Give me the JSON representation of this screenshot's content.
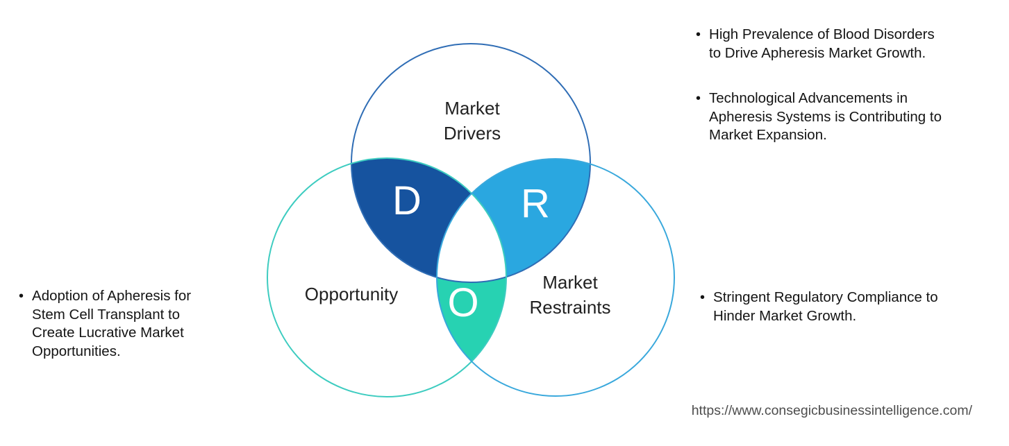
{
  "venn": {
    "circles": {
      "drivers": {
        "label": "Market Drivers",
        "stroke": "#2F6DB5"
      },
      "opportunity": {
        "label": "Opportunity",
        "stroke": "#3DCCC0"
      },
      "restraints": {
        "label": "Market Restraints",
        "stroke": "#39A8DC"
      }
    },
    "overlaps": {
      "d": {
        "letter": "D",
        "fill": "#16539F"
      },
      "r": {
        "letter": "R",
        "fill": "#2AA7E0"
      },
      "o": {
        "letter": "O",
        "fill": "#27D2B2"
      }
    },
    "center_fill": "#FFFFFF"
  },
  "bullets": {
    "top_right": [
      {
        "text": "High Prevalence of Blood Disorders\nto Drive Apheresis Market Growth."
      },
      {
        "text": "Technological Advancements in\nApheresis Systems is Contributing to\nMarket Expansion."
      }
    ],
    "left": [
      {
        "text": "Adoption of Apheresis for\nStem Cell Transplant to\nCreate Lucrative Market\nOpportunities."
      }
    ],
    "right": [
      {
        "text": "Stringent Regulatory Compliance to\nHinder Market Growth."
      }
    ]
  },
  "footer": {
    "url": "https://www.consegicbusinessintelligence.com/"
  },
  "ui": {
    "bullet_char": "•"
  }
}
